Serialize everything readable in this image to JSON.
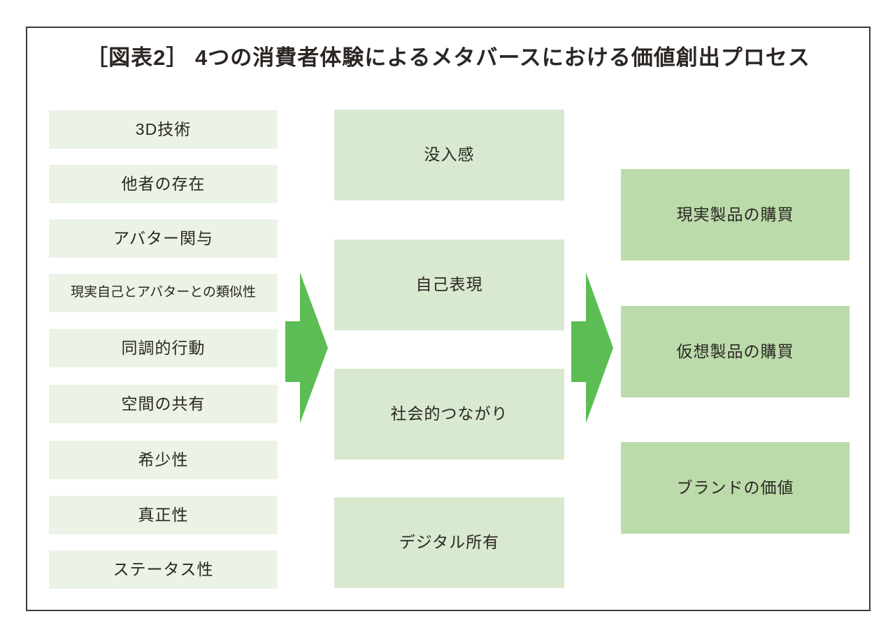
{
  "title": "［図表2］ 4つの消費者体験によるメタバースにおける価値創出プロセス",
  "columns": {
    "left": {
      "items": [
        "3D技術",
        "他者の存在",
        "アバター関与",
        "現実自己とアバターとの類似性",
        "同調的行動",
        "空間の共有",
        "希少性",
        "真正性",
        "ステータス性"
      ]
    },
    "middle": {
      "items": [
        "没入感",
        "自己表現",
        "社会的つながり",
        "デジタル所有"
      ]
    },
    "right": {
      "items": [
        "現実製品の購買",
        "仮想製品の購買",
        "ブランドの価値"
      ]
    }
  },
  "colors": {
    "left_box": "#ebf3e6",
    "middle_box": "#d8e9cf",
    "right_box": "#bbdbaa",
    "arrow": "#5cbd54",
    "frame_border": "#3e3a37",
    "text": "#2b2623",
    "background": "#ffffff"
  }
}
